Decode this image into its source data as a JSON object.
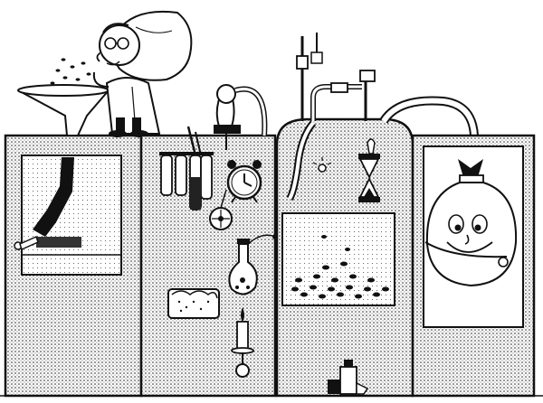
{
  "scene": {
    "style": "black-and-white stippled cartoon illustration",
    "colors": {
      "ink": "#111111",
      "paper": "#ffffff",
      "stipple": "#9a9a9a"
    },
    "icons": [
      "scientist",
      "pillow",
      "funnel",
      "conveyor-chute",
      "door-handle",
      "test-tubes",
      "alarm-clock",
      "spinning-wheel",
      "bulb-squeeze",
      "flask",
      "candle",
      "tray-with-dough",
      "dome-tank",
      "pipes",
      "hourglass",
      "sun-gauge",
      "window-with-beans",
      "hose",
      "smiling-sack",
      "small-bottle"
    ]
  }
}
